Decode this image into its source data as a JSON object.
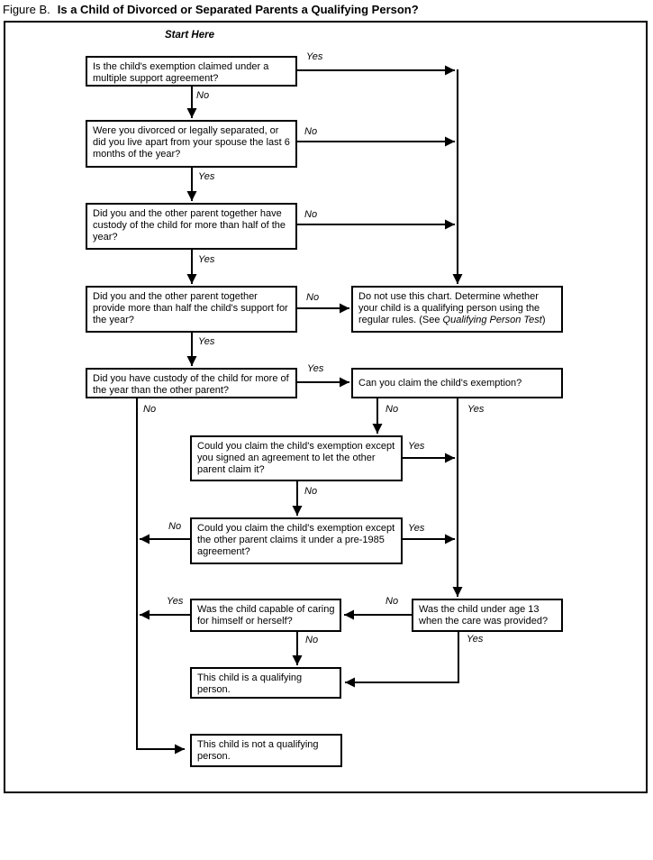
{
  "header": {
    "figure_label": "Figure B.",
    "title": "Is a Child of Divorced or Separated Parents a Qualifying Person?"
  },
  "start_here": "Start Here",
  "colors": {
    "ink": "#000000",
    "background": "#ffffff"
  },
  "nodes": {
    "q1": "Is the child's exemption claimed under a multiple support agreement?",
    "q2": "Were you divorced or legally separated, or did you live apart from your spouse the last 6 months of the year?",
    "q3": "Did you and the other parent together have custody of the child for more than half of the year?",
    "q4": "Did you and the other parent together provide more than half the child's support for the year?",
    "q5": "Did you have custody of the child for more of the year than the other parent?",
    "do_not_use": {
      "pre": "Do not use this chart. Determine whether your child is a qualifying person using the regular rules. (See ",
      "italic": "Qualifying Person Test",
      "post": ")"
    },
    "can_claim": "Can you claim the child's exemption?",
    "could_signed": "Could you claim the child's exemption except you signed an agreement to let the other parent claim it?",
    "could_pre1985": "Could you claim the child's exemption except the other parent claims it under a pre-1985 agreement?",
    "capable": "Was the child capable of caring for himself or herself?",
    "under13": "Was the child under age 13 when the care was provided?",
    "qualifying": "This child is a qualifying person.",
    "not_qualifying": "This child is not a qualifying person."
  },
  "edges": [
    {
      "from": "q1",
      "to": "do_not_use",
      "label": "Yes"
    },
    {
      "from": "q1",
      "to": "q2",
      "label": "No"
    },
    {
      "from": "q2",
      "to": "do_not_use",
      "label": "No"
    },
    {
      "from": "q2",
      "to": "q3",
      "label": "Yes"
    },
    {
      "from": "q3",
      "to": "do_not_use",
      "label": "No"
    },
    {
      "from": "q3",
      "to": "q4",
      "label": "Yes"
    },
    {
      "from": "q4",
      "to": "do_not_use",
      "label": "No"
    },
    {
      "from": "q4",
      "to": "q5",
      "label": "Yes"
    },
    {
      "from": "q5",
      "to": "can_claim",
      "label": "Yes"
    },
    {
      "from": "q5",
      "to": "not_qualifying",
      "label": "No"
    },
    {
      "from": "can_claim",
      "to": "could_signed",
      "label": "No"
    },
    {
      "from": "can_claim",
      "to": "under13",
      "label": "Yes"
    },
    {
      "from": "could_signed",
      "to": "under13",
      "label": "Yes"
    },
    {
      "from": "could_signed",
      "to": "could_pre1985",
      "label": "No"
    },
    {
      "from": "could_pre1985",
      "to": "not_qualifying",
      "label": "No"
    },
    {
      "from": "could_pre1985",
      "to": "under13",
      "label": "Yes"
    },
    {
      "from": "under13",
      "to": "capable",
      "label": "No"
    },
    {
      "from": "capable",
      "to": "not_qualifying",
      "label": "Yes"
    },
    {
      "from": "capable",
      "to": "qualifying",
      "label": "No"
    },
    {
      "from": "under13",
      "to": "qualifying",
      "label": "Yes"
    }
  ]
}
